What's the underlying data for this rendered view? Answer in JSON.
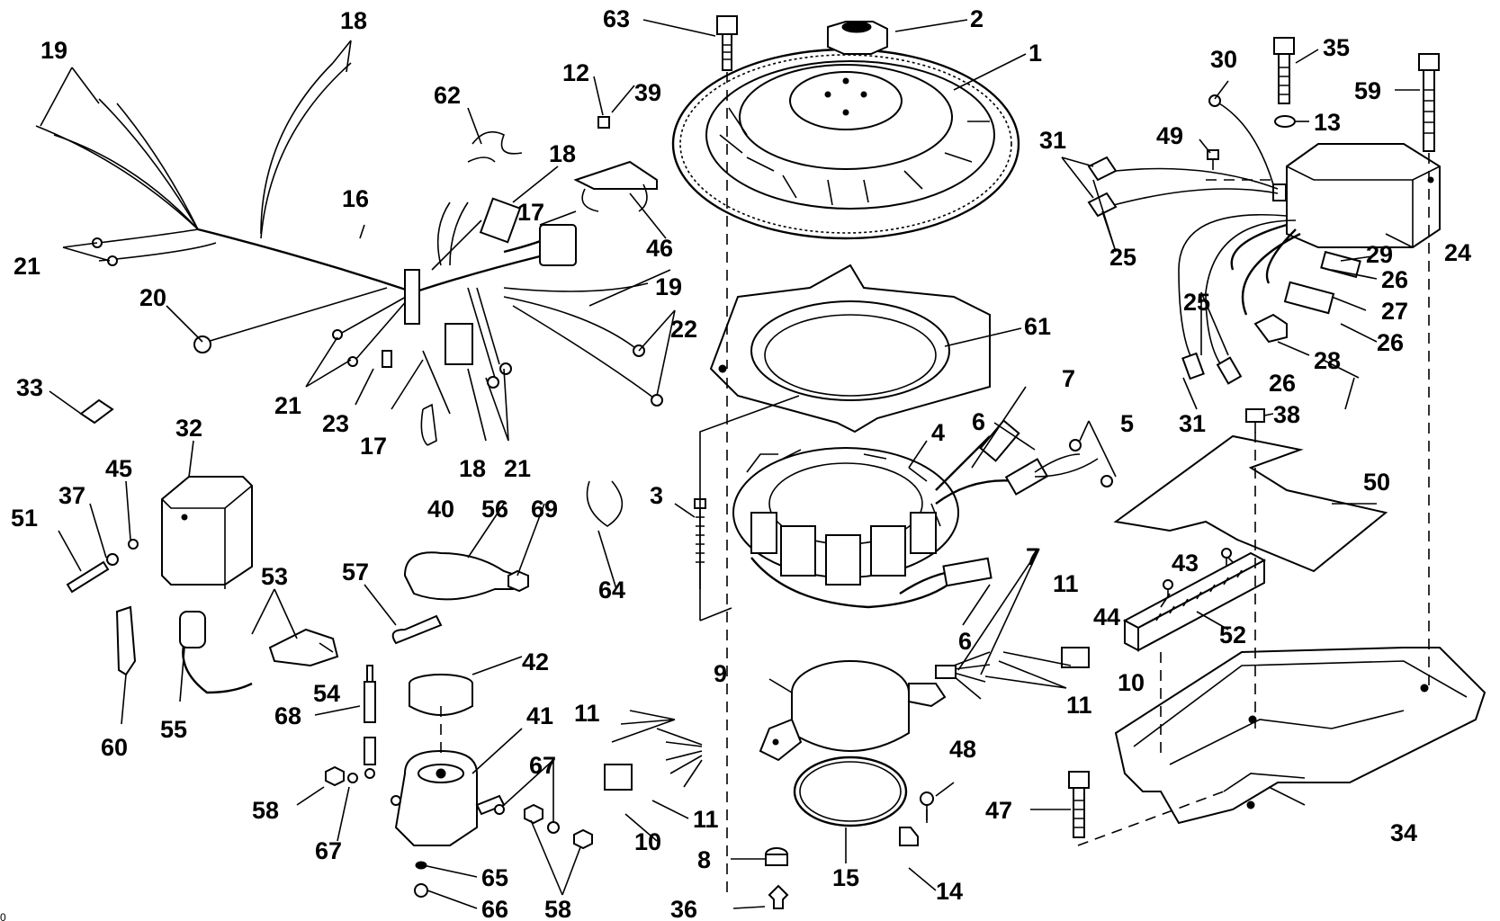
{
  "labels": {
    "l1": "1",
    "l2": "2",
    "l3": "3",
    "l4": "4",
    "l5": "5",
    "l6a": "6",
    "l6b": "6",
    "l7a": "7",
    "l7b": "7",
    "l8": "8",
    "l9": "9",
    "l10a": "10",
    "l10b": "10",
    "l11a": "11",
    "l11b": "11",
    "l11c": "11",
    "l11d": "11",
    "l12": "12",
    "l13": "13",
    "l14": "14",
    "l15": "15",
    "l16": "16",
    "l17a": "17",
    "l17b": "17",
    "l18a": "18",
    "l18b": "18",
    "l18c": "18",
    "l19a": "19",
    "l19b": "19",
    "l20": "20",
    "l21a": "21",
    "l21b": "21",
    "l21c": "21",
    "l22": "22",
    "l23": "23",
    "l24": "24",
    "l25a": "25",
    "l25b": "25",
    "l26a": "26",
    "l26b": "26",
    "l26c": "26",
    "l27": "27",
    "l28": "28",
    "l29": "29",
    "l30": "30",
    "l31a": "31",
    "l31b": "31",
    "l32": "32",
    "l33": "33",
    "l34": "34",
    "l35": "35",
    "l36": "36",
    "l37": "37",
    "l38": "38",
    "l39": "39",
    "l40": "40",
    "l41": "41",
    "l42": "42",
    "l43": "43",
    "l44": "44",
    "l45": "45",
    "l46": "46",
    "l47": "47",
    "l48": "48",
    "l49": "49",
    "l50": "50",
    "l51": "51",
    "l52": "52",
    "l53": "53",
    "l54": "54",
    "l55": "55",
    "l56": "56",
    "l57": "57",
    "l58a": "58",
    "l58b": "58",
    "l59": "59",
    "l60": "60",
    "l61": "61",
    "l62": "62",
    "l63": "63",
    "l64": "64",
    "l65": "65",
    "l66": "66",
    "l67a": "67",
    "l67b": "67",
    "l68": "68",
    "l69": "69",
    "corner": "0"
  }
}
